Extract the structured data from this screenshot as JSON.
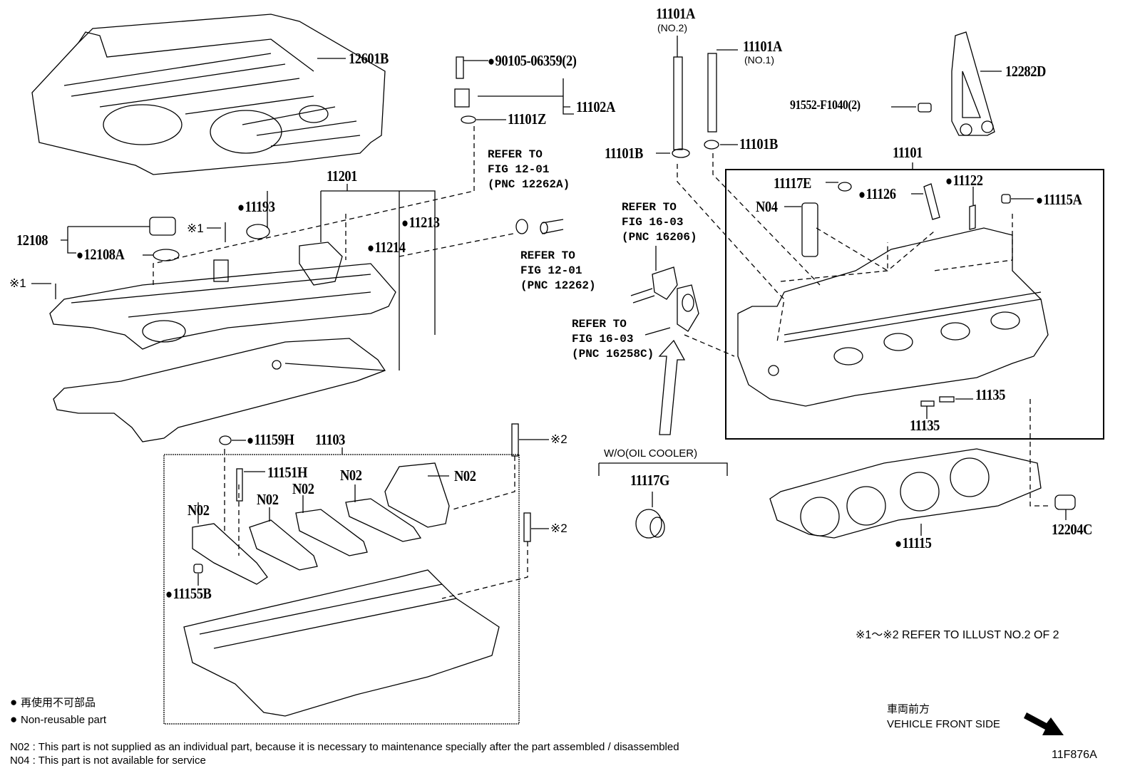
{
  "figure_id": "11F876A",
  "parts": {
    "p12601B": "12601B",
    "p90105": "90105-06359(2)",
    "p11102A": "11102A",
    "p11101Z": "11101Z",
    "p11101A_no2": "11101A",
    "p11101A_no2_sub": "(NO.2)",
    "p11101A_no1": "11101A",
    "p11101A_no1_sub": "(NO.1)",
    "p12282D": "12282D",
    "p91552": "91552-F1040(2)",
    "p11101B_left": "11101B",
    "p11101B_right": "11101B",
    "p11101": "11101",
    "p11117E": "11117E",
    "p11126": "11126",
    "p11122": "11122",
    "p11115A": "11115A",
    "pN04": "N04",
    "p11201": "11201",
    "p11193": "11193",
    "p11213": "11213",
    "p11214": "11214",
    "p12108": "12108",
    "p12108A": "12108A",
    "pX1_a": "※1",
    "pX1_b": "※1",
    "p11135_a": "11135",
    "p11135_b": "11135",
    "p11159H": "11159H",
    "p11103": "11103",
    "p11151H": "11151H",
    "pN02_a": "N02",
    "pN02_b": "N02",
    "pN02_c": "N02",
    "pN02_d": "N02",
    "pN02_e": "N02",
    "p11155B": "11155B",
    "pX2_a": "※2",
    "pX2_b": "※2",
    "p11117G": "11117G",
    "p11115": "11115",
    "p12204C": "12204C"
  },
  "refs": {
    "ref_12262A": "REFER TO\nFIG 12-01\n(PNC 12262A)",
    "ref_12262": "REFER TO\nFIG 12-01\n(PNC 12262)",
    "ref_16206": "REFER TO\nFIG 16-03\n(PNC 16206)",
    "ref_16258C": "REFER TO\nFIG 16-03\n(PNC 16258C)"
  },
  "option_group": "W/O(OIL COOLER)",
  "illust_note": "※1～※2  REFER TO ILLUST NO.2 OF 2",
  "legend": {
    "jp": "再使用不可部品",
    "en": "Non-reusable part"
  },
  "footnotes": {
    "n02": "N02 : This part is not supplied as an individual part, because it is necessary to maintenance specially after the part assembled / disassembled",
    "n04": "N04 : This part is not available for service"
  },
  "direction": {
    "jp": "車両前方",
    "en": "VEHICLE FRONT SIDE"
  }
}
